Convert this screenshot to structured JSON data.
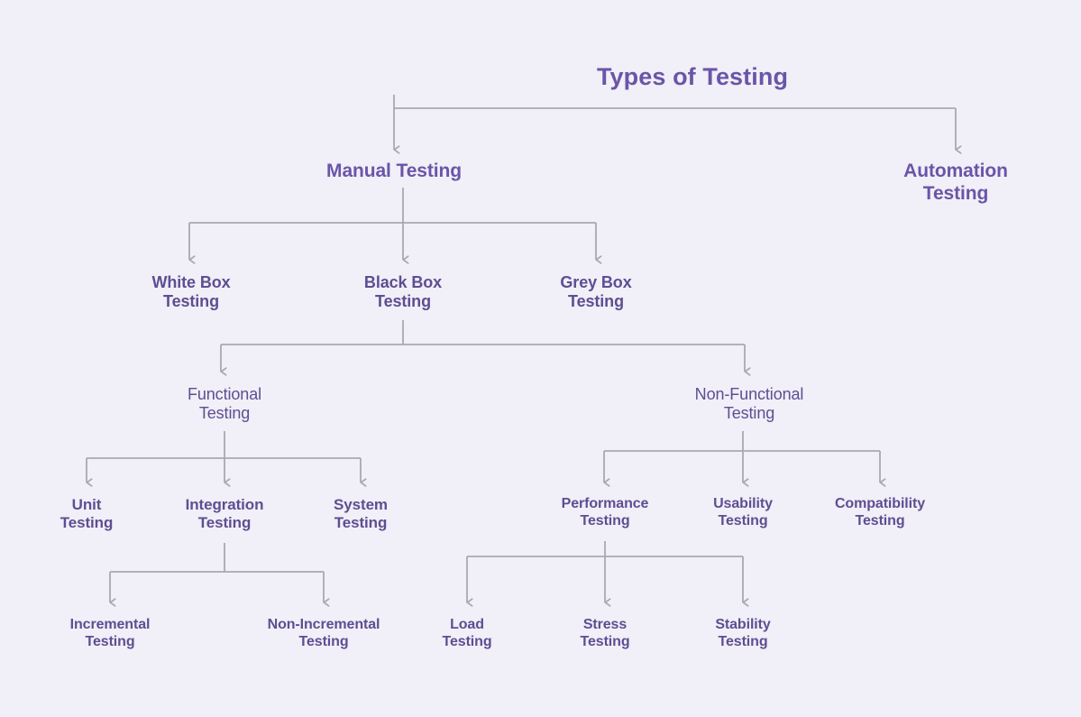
{
  "diagram": {
    "title": "Types of Testing",
    "background_color": "#f1eff7",
    "title_color": "#6a55a8",
    "node_color": "#5e4e92",
    "connector_color": "#a9a8b3",
    "nodes": {
      "root": "Types of Testing",
      "manual": "Manual Testing",
      "automation": "Automation\nTesting",
      "white_box": "White Box\nTesting",
      "black_box": "Black Box\nTesting",
      "grey_box": "Grey Box\nTesting",
      "functional": "Functional\nTesting",
      "non_functional": "Non-Functional\nTesting",
      "unit": "Unit\nTesting",
      "integration": "Integration\nTesting",
      "system": "System\nTesting",
      "performance": "Performance\nTesting",
      "usability": "Usability\nTesting",
      "compatibility": "Compatibility\nTesting",
      "incremental": "Incremental\nTesting",
      "non_incremental": "Non-Incremental\nTesting",
      "load": "Load\nTesting",
      "stress": "Stress\nTesting",
      "stability": "Stability\nTesting"
    },
    "hierarchy": {
      "Types of Testing": [
        "Manual Testing",
        "Automation Testing"
      ],
      "Manual Testing": [
        "White Box Testing",
        "Black Box Testing",
        "Grey Box Testing"
      ],
      "Black Box Testing": [
        "Functional Testing",
        "Non-Functional Testing"
      ],
      "Functional Testing": [
        "Unit Testing",
        "Integration Testing",
        "System Testing"
      ],
      "Non-Functional Testing": [
        "Performance Testing",
        "Usability Testing",
        "Compatibility Testing"
      ],
      "Integration Testing": [
        "Incremental Testing",
        "Non-Incremental Testing"
      ],
      "Performance Testing": [
        "Load Testing",
        "Stress Testing",
        "Stability Testing"
      ]
    }
  }
}
